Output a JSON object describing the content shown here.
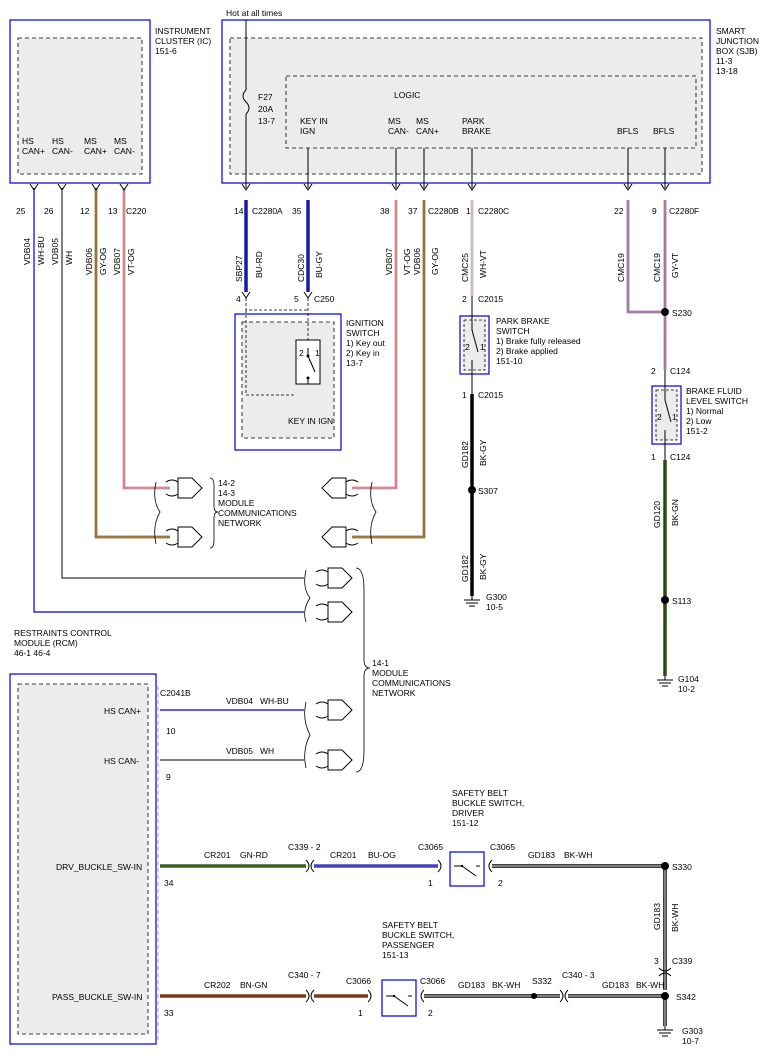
{
  "colors": {
    "blue": "#0000cc",
    "blue_wire": "#1a1aaa",
    "vt_og_wire": "#e8a0a8",
    "gy_og_wire": "#b08a50",
    "wh_vt_wire": "#e0c8e0",
    "gy_vt_wire": "#b890b8",
    "bk_gy_wire": "#000000",
    "bk_gn_wire": "#2a4a18",
    "gn_rd_wire": "#3d6020",
    "bu_og_wire": "#4040c0",
    "bn_gn_wire": "#7a3a18",
    "bk_wh_wire": "#000000",
    "box_fill": "#ececec"
  },
  "header": {
    "hot_label": "Hot at all times"
  },
  "ic": {
    "title": "INSTRUMENT",
    "title2": "CLUSTER (IC)",
    "ref": "151-6",
    "pins": [
      {
        "l1": "HS",
        "l2": "CAN+",
        "pin": "25",
        "circuit": "VDB04",
        "color": "WH-BU"
      },
      {
        "l1": "HS",
        "l2": "CAN-",
        "pin": "26",
        "circuit": "VDB05",
        "color": "WH"
      },
      {
        "l1": "MS",
        "l2": "CAN+",
        "pin": "12",
        "circuit": "VDB06",
        "color": "GY-OG"
      },
      {
        "l1": "MS",
        "l2": "CAN-",
        "pin": "13",
        "circuit": "VDB07",
        "color": "VT-OG"
      }
    ],
    "connector": "C220"
  },
  "sjb": {
    "title": "SMART",
    "title2": "JUNCTION",
    "title3": "BOX (SJB)",
    "ref1": "11-3",
    "ref2": "13-18",
    "logic": "LOGIC",
    "fuse": {
      "name": "F27",
      "rating": "20A",
      "ref": "13-7"
    },
    "key_in": "KEY IN",
    "ign": "IGN",
    "ms_can_minus": "MS",
    "ms_can_minus2": "CAN-",
    "ms_can_plus": "MS",
    "ms_can_plus2": "CAN+",
    "park": "PARK",
    "brake": "BRAKE",
    "bfls": "BFLS",
    "pins": {
      "p14": "14",
      "c2280a": "C2280A",
      "p35": "35",
      "p38": "38",
      "p37": "37",
      "c2280b": "C2280B",
      "p1": "1",
      "c2280c": "C2280C",
      "p22": "22",
      "p9": "9",
      "c2280f": "C2280F"
    }
  },
  "wires_top": {
    "sbp27": "SBP27",
    "bu_rd": "BU-RD",
    "cdc30": "CDC30",
    "bu_gy": "BU-GY",
    "vdb07": "VDB07",
    "vt_og": "VT-OG",
    "vdb06": "VDB06",
    "gy_og": "GY-OG",
    "cmc25": "CMC25",
    "wh_vt": "WH-VT",
    "cmc19": "CMC19",
    "gy_vt": "GY-VT"
  },
  "ignition": {
    "pin4": "4",
    "pin5": "5",
    "connector": "C250",
    "title": "IGNITION",
    "title2": "SWITCH",
    "opt1": "1) Key out",
    "opt2": "2) Key in",
    "ref": "13-7",
    "label": "KEY IN IGN",
    "s2": "2",
    "s1": "1"
  },
  "park_brake": {
    "pin2": "2",
    "c2015": "C2015",
    "title": "PARK BRAKE",
    "title2": "SWITCH",
    "opt1": "1) Brake fully released",
    "opt2": "2) Brake applied",
    "ref": "151-10",
    "s2": "2",
    "s1": "1",
    "pin1": "1",
    "c2015b": "C2015",
    "gd182": "GD182",
    "bk_gy": "BK-GY",
    "s307": "S307",
    "gd182b": "GD182",
    "bk_gyb": "BK-GY",
    "g300": "G300",
    "g300ref": "10-5"
  },
  "brake_fluid": {
    "s230": "S230",
    "pin2": "2",
    "c124": "C124",
    "title": "BRAKE FLUID",
    "title2": "LEVEL SWITCH",
    "opt1": "1) Normal",
    "opt2": "2) Low",
    "ref": "151-2",
    "s2": "2",
    "s1": "1",
    "pin1": "1",
    "c124b": "C124",
    "gd120": "GD120",
    "bk_gn": "BK-GN",
    "s113": "S113",
    "g104": "G104",
    "g104ref": "10-2"
  },
  "network": {
    "n142_1": "14-2",
    "n142_2": "14-3",
    "n142_3": "MODULE",
    "n142_4": "COMMUNICATIONS",
    "n142_5": "NETWORK",
    "n141_1": "14-1",
    "n141_2": "MODULE",
    "n141_3": "COMMUNICATIONS",
    "n141_4": "NETWORK"
  },
  "rcm": {
    "title": "RESTRAINTS     CONTROL",
    "title2": "MODULE (RCM)",
    "ref": "46-1     46-4",
    "c2041b": "C2041B",
    "hs_can_plus": "HS CAN+",
    "pin10": "10",
    "vdb04": "VDB04",
    "wh_bu": "WH-BU",
    "hs_can_minus": "HS CAN-",
    "pin9": "9",
    "vdb05": "VDB05",
    "wh": "WH",
    "drv": "DRV_BUCKLE_SW-IN",
    "pin34": "34",
    "cr201": "CR201",
    "gn_rd": "GN-RD",
    "c339_2": "C339 - 2",
    "cr201b": "CR201",
    "bu_og": "BU-OG",
    "c3065": "C3065",
    "p1a": "1",
    "c3065b": "C3065",
    "p2a": "2",
    "gd183": "GD183",
    "bk_wh": "BK-WH",
    "s330": "S330",
    "drv_sw1": "SAFETY BELT",
    "drv_sw2": "BUCKLE SWITCH,",
    "drv_sw3": "DRIVER",
    "drv_sw4": "151-12",
    "gd183v": "GD183",
    "bk_whv": "BK-WH",
    "p3": "3",
    "c339": "C339",
    "pass": "PASS_BUCKLE_SW-IN",
    "pin33": "33",
    "cr202": "CR202",
    "bn_gn": "BN-GN",
    "c340_7": "C340 - 7",
    "c3066": "C3066",
    "p1b": "1",
    "pass_sw1": "SAFETY BELT",
    "pass_sw2": "BUCKLE SWITCH,",
    "pass_sw3": "PASSENGER",
    "pass_sw4": "151-13",
    "c3066b": "C3066",
    "p2b": "2",
    "gd183b": "GD183",
    "bk_whb": "BK-WH",
    "s332": "S332",
    "c340_3": "C340 - 3",
    "gd183c": "GD183",
    "bk_whc": "BK-WH",
    "s342": "S342",
    "g303": "G303",
    "g303ref": "10-7"
  }
}
